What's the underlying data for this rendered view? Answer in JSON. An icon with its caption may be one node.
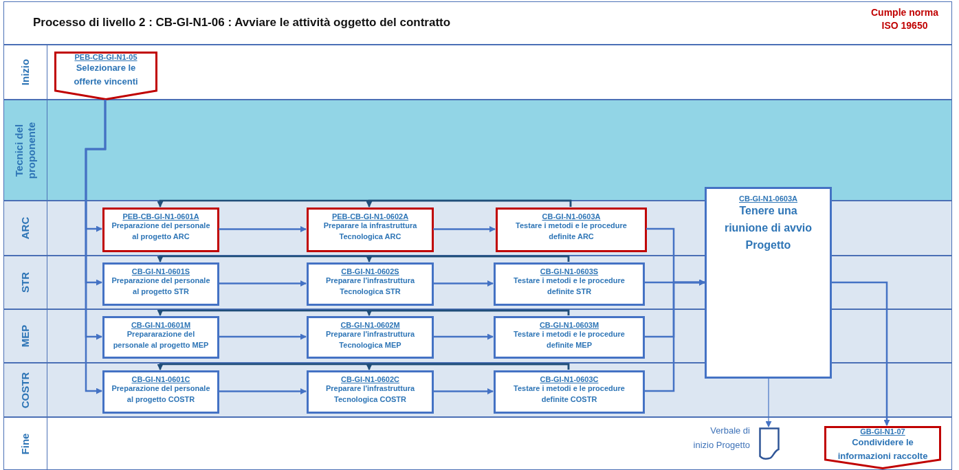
{
  "diagram": {
    "title": "Processo di livello 2 : CB-GI-N1-06 : Avviare le attività oggetto del contratto",
    "nodes": [
      {
        "text": [
          "Inizio"
        ]
      },
      {
        "text": [
          "Tecnici del proponente"
        ]
      },
      {
        "text": [
          "ARC"
        ]
      },
      {
        "text": [
          "STR"
        ]
      },
      {
        "text": [
          "MEP"
        ]
      },
      {
        "text": [
          "COSTR"
        ]
      },
      {
        "text": [
          "Fine"
        ]
      },
      {
        "text": [
          "PEB-CB-GI-N1-05",
          "Selezionare le offerte vincenti"
        ],
        "in": 0
      },
      {
        "text": [
          "PEB-CB-GI-N1-0601A",
          "Preparazione del personale al progetto ARC"
        ],
        "in": 2
      },
      {
        "text": [
          "PEB-CB-GI-N1-0602A",
          "Preparare la infrastruttura Tecnologica ARC"
        ],
        "in": 2
      },
      {
        "text": [
          "CB-GI-N1-0603A",
          "Testare i metodi e le procedure definite ARC"
        ],
        "in": 2
      },
      {
        "text": [
          "CB-GI-N1-0601S",
          "Preparazione del personale al progetto STR"
        ],
        "in": 3
      },
      {
        "text": [
          "CB-GI-N1-0602S",
          "Preparare l'infrastruttura Tecnologica STR"
        ],
        "in": 3
      },
      {
        "text": [
          "CB-GI-N1-0603S",
          "Testare i metodi e le procedure definite STR"
        ],
        "in": 3
      },
      {
        "text": [
          "CB-GI-N1-0601M",
          "Prepararazione del personale al progetto MEP"
        ],
        "in": 4
      },
      {
        "text": [
          "CB-GI-N1-0602M",
          "Preparare l'infrastruttura Tecnologica MEP"
        ],
        "in": 4
      },
      {
        "text": [
          "CB-GI-N1-0603M",
          "Testare i metodi e le procedure definite MEP"
        ],
        "in": 4
      },
      {
        "text": [
          "CB-GI-N1-0601C",
          "Preparazione del personale al progetto COSTR"
        ],
        "in": 5
      },
      {
        "text": [
          "CB-GI-N1-0602C",
          "Preparare l'infrastruttura Tecnologica COSTR"
        ],
        "in": 5
      },
      {
        "text": [
          "CB-GI-N1-0603C",
          "Testare i metodi e le procedure definite COSTR"
        ],
        "in": 5
      },
      {
        "text": [
          "CB-GI-N1-0603A",
          "Tenere una riunione di avvio Progetto"
        ]
      },
      {
        "text": [],
        "shape": "document",
        "beside": [
          "Verbale di inizio Progetto"
        ],
        "in": 6
      },
      {
        "text": [
          "GB-GI-N1-07",
          "Condividere le informazioni raccolte"
        ],
        "in": 6
      }
    ],
    "edges": [
      {
        "from": 7,
        "to": 8,
        "arrow": "to"
      },
      {
        "from": 7,
        "to": 11,
        "arrow": "to"
      },
      {
        "from": 7,
        "to": 14,
        "arrow": "to"
      },
      {
        "from": 7,
        "to": 17,
        "arrow": "to"
      },
      {
        "from": 8,
        "to": 9,
        "arrow": "to"
      },
      {
        "from": 9,
        "to": 10,
        "arrow": "to"
      },
      {
        "from": 11,
        "to": 12,
        "arrow": "to"
      },
      {
        "from": 12,
        "to": 13,
        "arrow": "to"
      },
      {
        "from": 14,
        "to": 15,
        "arrow": "to"
      },
      {
        "from": 15,
        "to": 16,
        "arrow": "to"
      },
      {
        "from": 17,
        "to": 18,
        "arrow": "to"
      },
      {
        "from": 18,
        "to": 19,
        "arrow": "to"
      },
      {
        "from": 10,
        "to": 8,
        "arrow": "to",
        "color": "#1f4e79"
      },
      {
        "from": 10,
        "to": 9,
        "arrow": "to",
        "color": "#1f4e79"
      },
      {
        "from": 13,
        "to": 11,
        "arrow": "to",
        "color": "#1f4e79"
      },
      {
        "from": 13,
        "to": 12,
        "arrow": "to",
        "color": "#1f4e79"
      },
      {
        "from": 16,
        "to": 14,
        "arrow": "to",
        "color": "#1f4e79"
      },
      {
        "from": 16,
        "to": 15,
        "arrow": "to",
        "color": "#1f4e79"
      },
      {
        "from": 19,
        "to": 17,
        "arrow": "to",
        "color": "#1f4e79"
      },
      {
        "from": 19,
        "to": 18,
        "arrow": "to",
        "color": "#1f4e79"
      },
      {
        "from": 10,
        "to": 20,
        "arrow": "to"
      },
      {
        "from": 13,
        "to": 20,
        "arrow": "to"
      },
      {
        "from": 16,
        "to": 20,
        "arrow": "to"
      },
      {
        "from": 19,
        "to": 20,
        "arrow": "to"
      },
      {
        "from": 20,
        "to": 22,
        "arrow": "to"
      },
      {
        "from": 20,
        "to": 21,
        "arrow": "to"
      }
    ],
    "labels": [
      "Cumple norma ISO 19650"
    ]
  }
}
